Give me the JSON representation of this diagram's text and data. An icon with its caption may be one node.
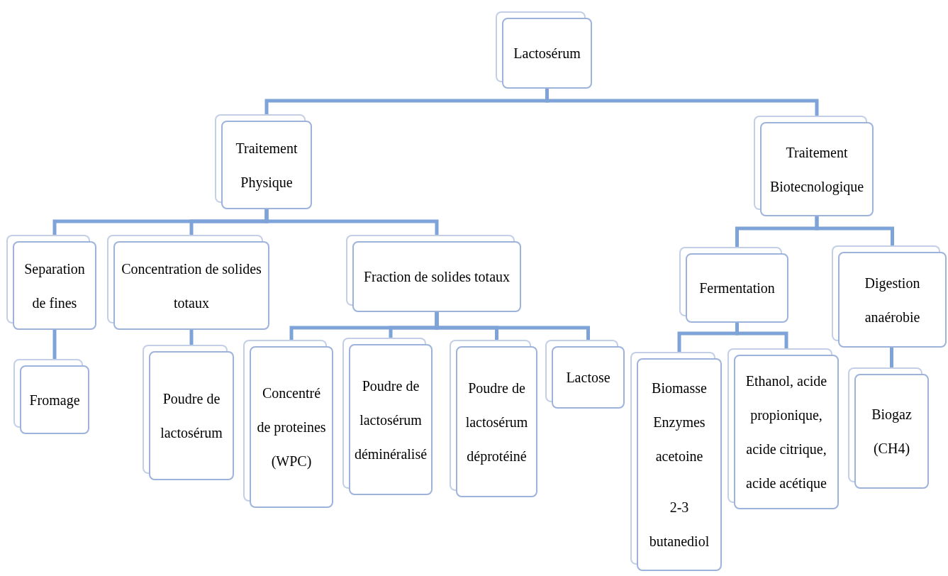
{
  "diagram": {
    "nodes": [
      {
        "text": [
          "Lactosérum"
        ]
      },
      {
        "text": [
          "Traitement Physique"
        ]
      },
      {
        "text": [
          "Traitement Biotecnologique"
        ]
      },
      {
        "text": [
          "Separation de fines"
        ]
      },
      {
        "text": [
          "Concentration de solides totaux"
        ]
      },
      {
        "text": [
          "Fraction de solides totaux"
        ]
      },
      {
        "text": [
          "Fromage"
        ]
      },
      {
        "text": [
          "Poudre de lactosérum"
        ]
      },
      {
        "text": [
          "Concentré de proteines (WPC)"
        ]
      },
      {
        "text": [
          "Poudre de lactosérum déminéralisé"
        ]
      },
      {
        "text": [
          "Poudre de lactosérum déprotéiné"
        ]
      },
      {
        "text": [
          "Lactose"
        ]
      },
      {
        "text": [
          "Fermentation"
        ]
      },
      {
        "text": [
          "Digestion anaérobie"
        ]
      },
      {
        "text": [
          "Biomasse Enzymes acetoine",
          "2-3 butanediol"
        ]
      },
      {
        "text": [
          "Ethanol, acide propionique, acide citrique, acide acétique"
        ]
      },
      {
        "text": [
          "Biogaz (CH4)"
        ]
      }
    ],
    "edges": [
      {
        "from": 0,
        "to": 1,
        "arrow": "none"
      },
      {
        "from": 0,
        "to": 2,
        "arrow": "none"
      },
      {
        "from": 1,
        "to": 3,
        "arrow": "none"
      },
      {
        "from": 1,
        "to": 4,
        "arrow": "none"
      },
      {
        "from": 1,
        "to": 5,
        "arrow": "none"
      },
      {
        "from": 3,
        "to": 6,
        "arrow": "none"
      },
      {
        "from": 4,
        "to": 7,
        "arrow": "none"
      },
      {
        "from": 5,
        "to": 8,
        "arrow": "none"
      },
      {
        "from": 5,
        "to": 9,
        "arrow": "none"
      },
      {
        "from": 5,
        "to": 10,
        "arrow": "none"
      },
      {
        "from": 5,
        "to": 11,
        "arrow": "none"
      },
      {
        "from": 2,
        "to": 12,
        "arrow": "none"
      },
      {
        "from": 2,
        "to": 13,
        "arrow": "none"
      },
      {
        "from": 12,
        "to": 14,
        "arrow": "none"
      },
      {
        "from": 12,
        "to": 15,
        "arrow": "none"
      },
      {
        "from": 13,
        "to": 16,
        "arrow": "none"
      }
    ]
  }
}
